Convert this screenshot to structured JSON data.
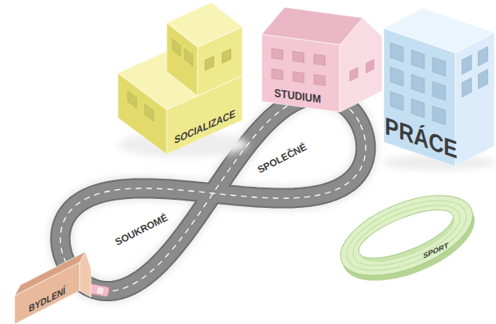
{
  "diagram": {
    "nodes": [
      {
        "text": [
          "SOCIALIZACE"
        ]
      },
      {
        "text": [
          "STUDIUM"
        ]
      },
      {
        "text": [
          "PRÁCE"
        ]
      },
      {
        "text": [
          "SPORT"
        ]
      },
      {
        "text": [
          "BYDLENÍ"
        ]
      }
    ],
    "labels": [
      "SPOLEČNÉ",
      "SOUKROMÉ"
    ]
  }
}
